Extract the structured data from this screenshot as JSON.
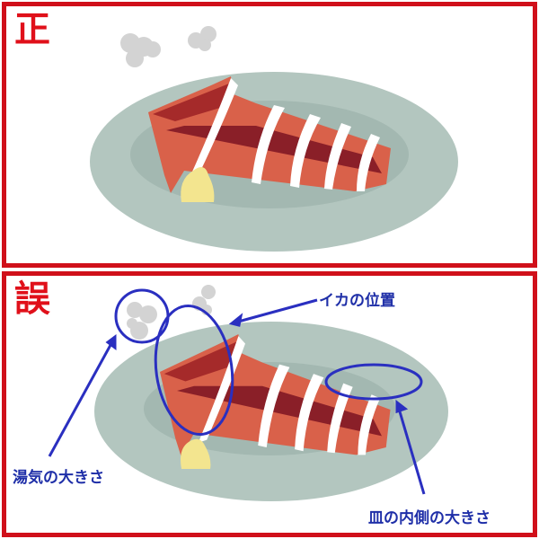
{
  "top_panel": {
    "tag": "正"
  },
  "bottom_panel": {
    "tag": "誤",
    "annotations": {
      "squid_position": "イカの位置",
      "steam_size": "湯気の大きさ",
      "plate_inner_size": "皿の内側の大きさ"
    }
  },
  "colors": {
    "frame": "#d0101a",
    "annotation": "#2a2fc0",
    "plate": "#b3c6bf",
    "plate_inner": "#a3b8b1",
    "squid": "#d9614a",
    "steam": "#d3d3d3",
    "butter": "#f3e58f"
  }
}
